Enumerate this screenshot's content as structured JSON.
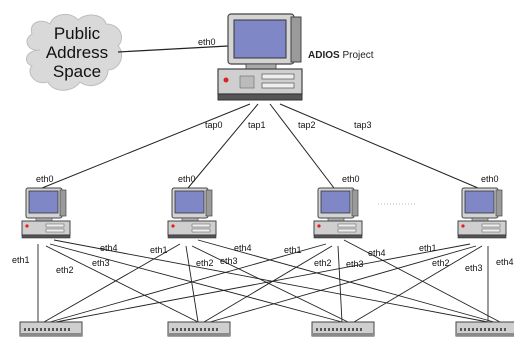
{
  "cloud": {
    "line1": "Public",
    "line2": "Address",
    "line3": "Space"
  },
  "server": {
    "title_bold": "ADIOS",
    "title_rest": " Project",
    "uplink_label": "eth0"
  },
  "taps": [
    "tap0",
    "tap1",
    "tap2",
    "tap3"
  ],
  "node_labels": {
    "up": "eth0",
    "eth1": "eth1",
    "eth2": "eth2",
    "eth3": "eth3",
    "eth4": "eth4"
  },
  "colors": {
    "monitor_body": "#d4d4d4",
    "screen": "#7f87c7",
    "power_led": "#e02020",
    "cloud": "#d9d9d9",
    "switch_body": "#cfcfcf"
  }
}
